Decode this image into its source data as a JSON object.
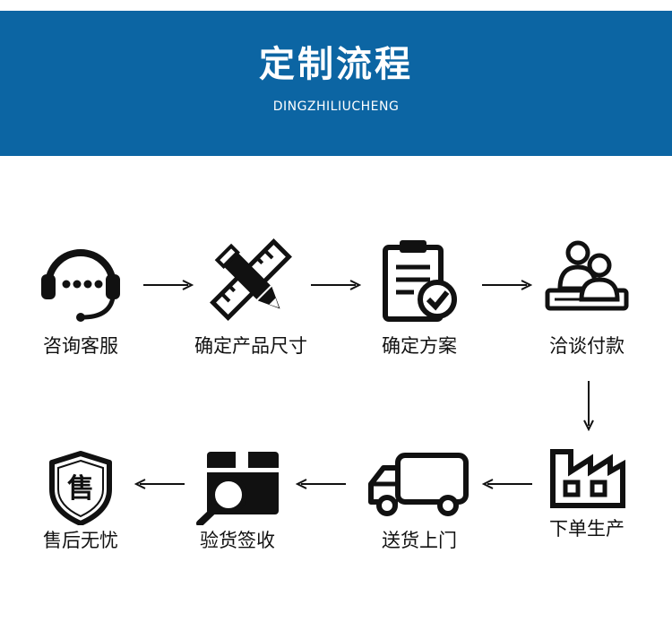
{
  "banner": {
    "title": "定制流程",
    "subtitle": "DINGZHILIUCHENG",
    "background_color": "#0c65a3"
  },
  "steps": [
    {
      "label": "咨询客服",
      "icon": "headset-icon"
    },
    {
      "label": "确定产品尺寸",
      "icon": "pencil-ruler-icon"
    },
    {
      "label": "确定方案",
      "icon": "clipboard-check-icon"
    },
    {
      "label": "洽谈付款",
      "icon": "meeting-people-icon"
    },
    {
      "label": "下单生产",
      "icon": "factory-icon"
    },
    {
      "label": "送货上门",
      "icon": "delivery-truck-icon"
    },
    {
      "label": "验货签收",
      "icon": "box-inspect-icon"
    },
    {
      "label": "售后无忧",
      "icon": "after-sales-shield-icon",
      "glyph": "售"
    }
  ],
  "colors": {
    "icon": "#111111",
    "text": "#111111"
  }
}
